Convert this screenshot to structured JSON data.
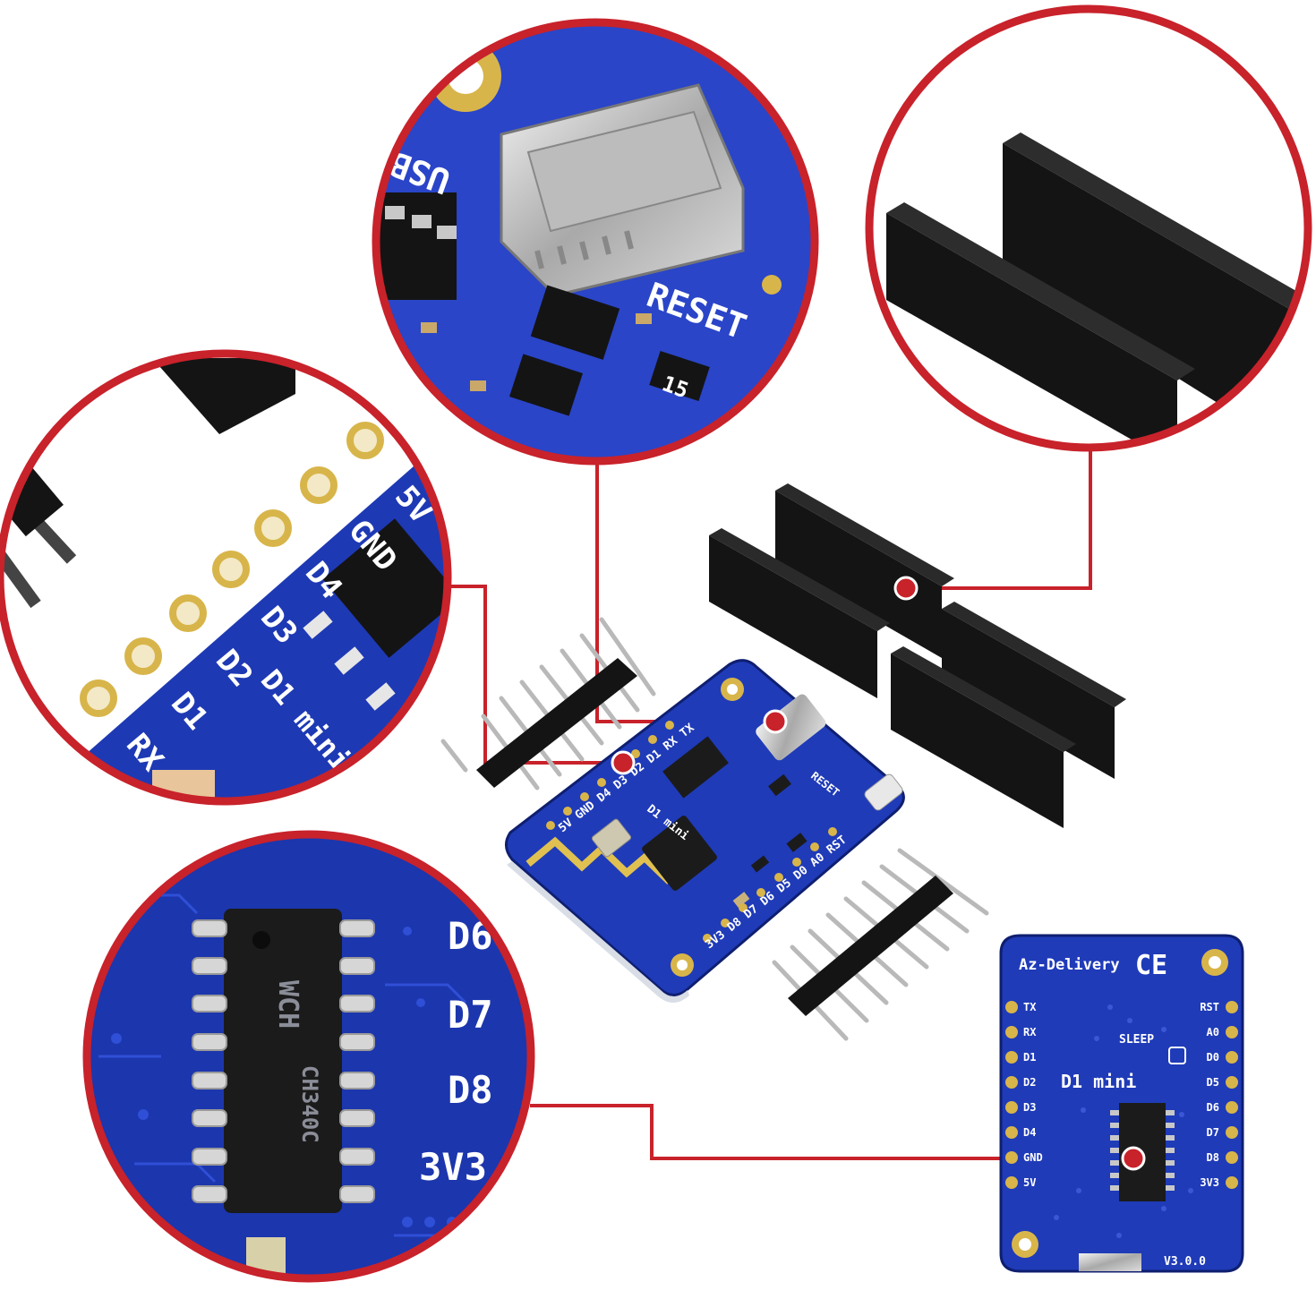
{
  "colors": {
    "accent_red": "#c8222b",
    "pcb_blue": "#1f3bb8",
    "pcb_blue_dark": "#12237a",
    "header_black": "#141414",
    "pin_gold": "#c9a23a",
    "silkscreen": "#ffffff"
  },
  "zoom_usb": {
    "label_usb": "USB",
    "label_reset": "RESET",
    "part_code": "15"
  },
  "zoom_pins": {
    "pin_labels": [
      "5V",
      "GND",
      "D4",
      "D3",
      "D2",
      "D1",
      "RX"
    ],
    "board_name": "D1 mini"
  },
  "zoom_chip": {
    "chip_marking": "CH340C",
    "chip_brand": "WCH",
    "pin_labels": [
      "D6",
      "D7",
      "D8",
      "3V3"
    ]
  },
  "main_board": {
    "top_labels": "5V GND D4 D3 D2 D1 RX TX",
    "bottom_labels": "3V3 D8 D7 D6 D5 D0 A0 RST",
    "reset_label": "RESET",
    "board_name": "D1 mini"
  },
  "back_board": {
    "brand": "Az-Delivery",
    "ce_mark": "CE",
    "sleep_label": "SLEEP",
    "board_name": "D1 mini",
    "left_pins": [
      "TX",
      "RX",
      "D1",
      "D2",
      "D3",
      "D4",
      "GND",
      "5V"
    ],
    "right_pins": [
      "RST",
      "A0",
      "D0",
      "D5",
      "D6",
      "D7",
      "D8",
      "3V3"
    ],
    "version": "V3.0.0"
  }
}
